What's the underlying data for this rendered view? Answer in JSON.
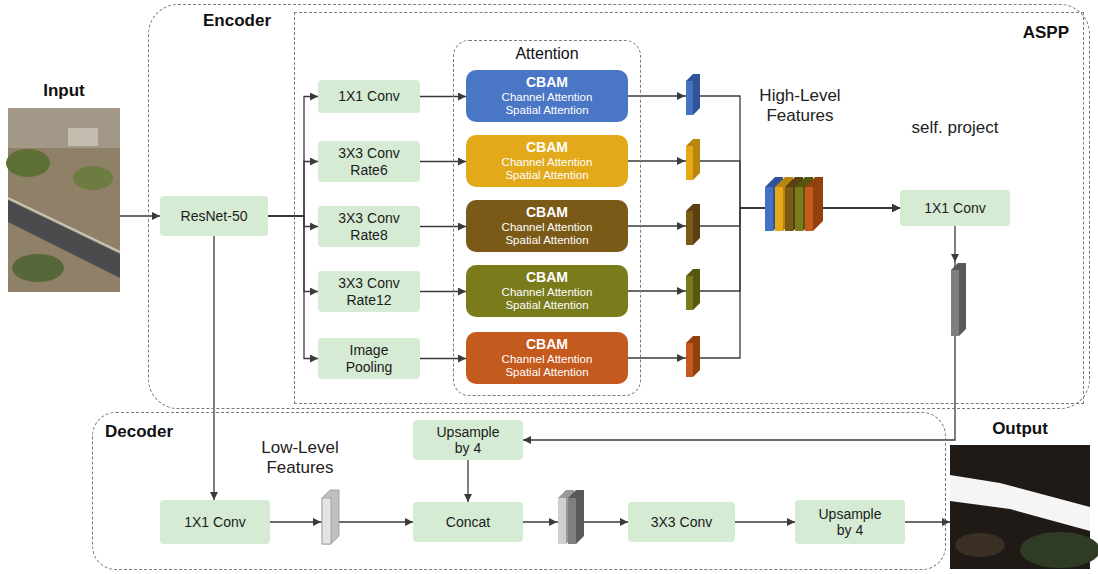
{
  "diagram": {
    "nodes": [
      {
        "text": [
          "Input"
        ]
      },
      {
        "text": [
          "Encoder"
        ]
      },
      {
        "text": [
          "ResNet-50"
        ],
        "in": 1
      },
      {
        "text": [
          "ASPP"
        ],
        "in": 1
      },
      {
        "text": [
          "1X1 Conv"
        ],
        "in": 3
      },
      {
        "text": [
          "3X3 Conv Rate6"
        ],
        "in": 3
      },
      {
        "text": [
          "3X3 Conv Rate8"
        ],
        "in": 3
      },
      {
        "text": [
          "3X3 Conv Rate12"
        ],
        "in": 3
      },
      {
        "text": [
          "Image Pooling"
        ],
        "in": 3
      },
      {
        "text": [
          "Attention"
        ],
        "in": 3
      },
      {
        "text": [
          "CBAM",
          "Channel Attention",
          "Spatial Attention"
        ],
        "in": 9
      },
      {
        "text": [
          "CBAM",
          "Channel Attention",
          "Spatial Attention"
        ],
        "in": 9
      },
      {
        "text": [
          "CBAM",
          "Channel Attention",
          "Spatial Attention"
        ],
        "in": 9
      },
      {
        "text": [
          "CBAM",
          "Channel Attention",
          "Spatial Attention"
        ],
        "in": 9
      },
      {
        "text": [
          "CBAM",
          "Channel Attention",
          "Spatial Attention"
        ],
        "in": 9
      },
      {
        "text": [
          "1X1 Conv"
        ],
        "in": 3
      },
      {
        "text": [
          "Decoder"
        ]
      },
      {
        "text": [
          "1X1 Conv"
        ],
        "in": 16
      },
      {
        "text": [
          "Upsample by 4"
        ],
        "in": 16
      },
      {
        "text": [
          "Concat"
        ],
        "in": 16
      },
      {
        "text": [
          "3X3 Conv"
        ],
        "in": 16
      },
      {
        "text": [
          "Upsample by 4"
        ],
        "in": 16
      },
      {
        "text": [
          "Output"
        ]
      }
    ],
    "edges": [
      {
        "from": 0,
        "to": 2,
        "arrow": "to"
      },
      {
        "from": 2,
        "to": 4,
        "arrow": "to"
      },
      {
        "from": 2,
        "to": 5,
        "arrow": "to"
      },
      {
        "from": 2,
        "to": 6,
        "arrow": "to"
      },
      {
        "from": 2,
        "to": 7,
        "arrow": "to"
      },
      {
        "from": 2,
        "to": 8,
        "arrow": "to"
      },
      {
        "from": 4,
        "to": 10,
        "arrow": "to"
      },
      {
        "from": 5,
        "to": 11,
        "arrow": "to"
      },
      {
        "from": 6,
        "to": 12,
        "arrow": "to"
      },
      {
        "from": 7,
        "to": 13,
        "arrow": "to"
      },
      {
        "from": 8,
        "to": 14,
        "arrow": "to"
      },
      {
        "from": 10,
        "to": 15,
        "arrow": "to"
      },
      {
        "from": 11,
        "to": 15,
        "arrow": "to"
      },
      {
        "from": 12,
        "to": 15,
        "arrow": "to"
      },
      {
        "from": 13,
        "to": 15,
        "arrow": "to"
      },
      {
        "from": 14,
        "to": 15,
        "arrow": "to"
      },
      {
        "from": 2,
        "to": 17,
        "arrow": "to"
      },
      {
        "from": 17,
        "to": 19,
        "arrow": "to"
      },
      {
        "from": 15,
        "to": 18,
        "arrow": "to"
      },
      {
        "from": 18,
        "to": 19,
        "arrow": "to"
      },
      {
        "from": 19,
        "to": 20,
        "arrow": "to"
      },
      {
        "from": 20,
        "to": 21,
        "arrow": "to"
      },
      {
        "from": 21,
        "to": 22,
        "arrow": "to"
      }
    ],
    "labels": [
      "High-Level Features",
      "self. project",
      "Low-Level Features"
    ]
  }
}
